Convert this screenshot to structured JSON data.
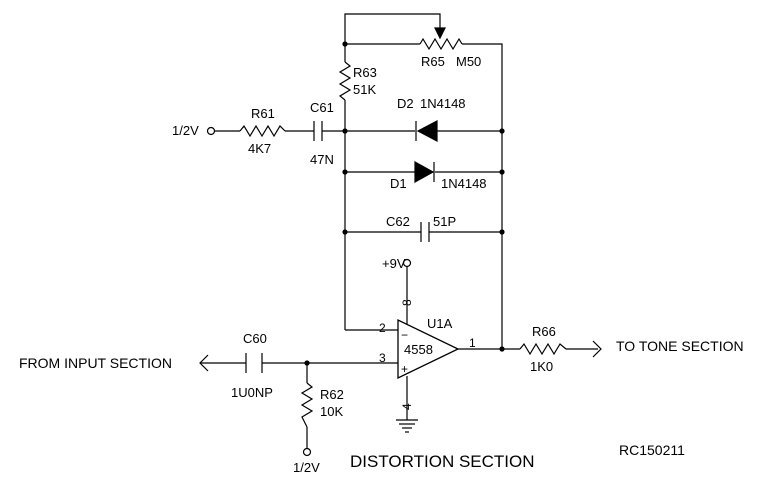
{
  "schematic": {
    "title": "DISTORTION SECTION",
    "drawing_id": "RC150211",
    "nets": {
      "in_bias_left": "1/2V",
      "bias_bottom": "1/2V",
      "supply": "+9V",
      "input": "FROM INPUT SECTION",
      "output": "TO TONE SECTION"
    },
    "components": {
      "r61": {
        "ref": "R61",
        "value": "4K7"
      },
      "c61": {
        "ref": "C61",
        "value": "47N"
      },
      "r63": {
        "ref": "R63",
        "value": "51K"
      },
      "r65": {
        "ref": "R65",
        "value": "M50"
      },
      "d2": {
        "ref": "D2",
        "value": "1N4148"
      },
      "d1": {
        "ref": "D1",
        "value": "1N4148"
      },
      "c62": {
        "ref": "C62",
        "value": "51P"
      },
      "c60": {
        "ref": "C60",
        "value": "1U0NP"
      },
      "r62": {
        "ref": "R62",
        "value": "10K"
      },
      "r66": {
        "ref": "R66",
        "value": "1K0"
      },
      "u1a": {
        "ref": "U1A",
        "part": "4558"
      }
    },
    "opamp_pins": {
      "inv": "2",
      "noninv": "3",
      "out": "1",
      "vcc": "8",
      "gnd": "4",
      "minus": "−",
      "plus": "+"
    }
  }
}
